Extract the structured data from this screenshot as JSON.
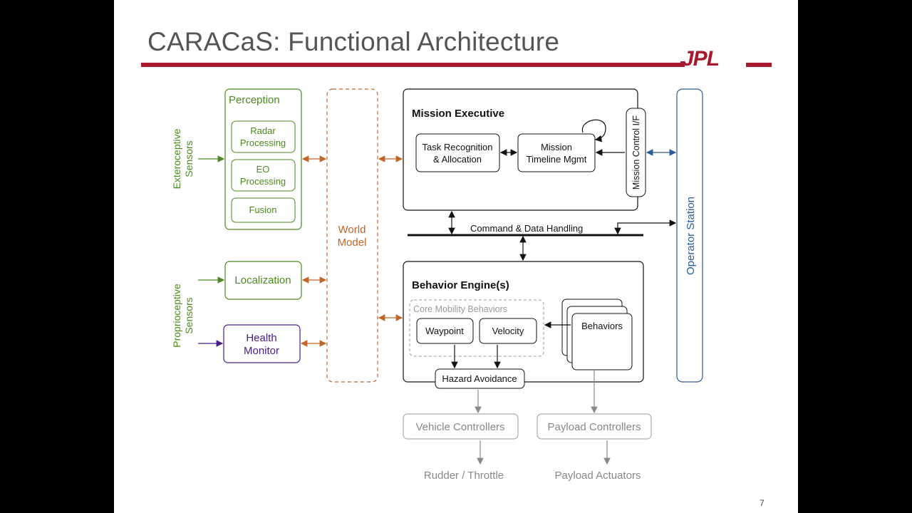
{
  "slide": {
    "title": "CARACaS: Functional Architecture",
    "logo": "JPL",
    "page_number": "7"
  },
  "diagram": {
    "exteroceptive_sensors": [
      "Exteroceptive",
      "Sensors"
    ],
    "proprioceptive_sensors": [
      "Proprioceptive",
      "Sensors"
    ],
    "perception": {
      "label": "Perception",
      "radar": [
        "Radar",
        "Processing"
      ],
      "eo": [
        "EO",
        "Processing"
      ],
      "fusion": "Fusion"
    },
    "localization": "Localization",
    "health_monitor": [
      "Health",
      "Monitor"
    ],
    "world_model": [
      "World",
      "Model"
    ],
    "mission_executive": {
      "label": "Mission Executive",
      "task_recognition": [
        "Task Recognition",
        "& Allocation"
      ],
      "mission_timeline": [
        "Mission",
        "Timeline Mgmt"
      ],
      "mission_control_if": "Mission Control I/F"
    },
    "command_data_handling": "Command & Data Handling",
    "behavior_engine": {
      "label": "Behavior Engine(s)",
      "core_mobility": "Core Mobility Behaviors",
      "waypoint": "Waypoint",
      "velocity": "Velocity",
      "behaviors": "Behaviors",
      "hazard_avoidance": "Hazard Avoidance"
    },
    "operator_station": "Operator Station",
    "vehicle_controllers": "Vehicle Controllers",
    "payload_controllers": "Payload Controllers",
    "rudder_throttle": "Rudder / Throttle",
    "payload_actuators": "Payload Actuators"
  },
  "colors": {
    "brand_red": "#a6192e",
    "green": "#4a8a1e",
    "orange": "#c0662a",
    "purple": "#4b1d8a",
    "blue": "#2a5d9a",
    "gray": "#999999"
  }
}
